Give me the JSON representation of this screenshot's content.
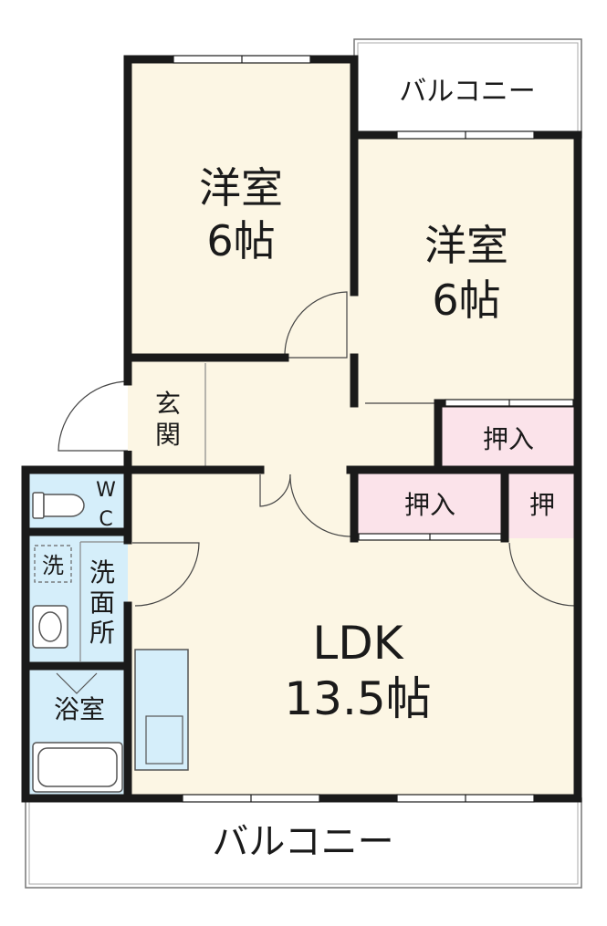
{
  "rooms": {
    "western_room_1": {
      "name": "洋室",
      "size": "6帖"
    },
    "western_room_2": {
      "name": "洋室",
      "size": "6帖"
    },
    "entrance": {
      "char1": "玄",
      "char2": "関"
    },
    "closet_upper": "押入",
    "closet_lower": "押入",
    "closet_small": "押",
    "wc": {
      "char1": "W",
      "char2": "C"
    },
    "washer": "洗",
    "washroom": {
      "char1": "洗",
      "char2": "面",
      "char3": "所"
    },
    "bathroom": "浴室",
    "ldk": {
      "name": "LDK",
      "size": "13.5帖"
    }
  },
  "balconies": {
    "top": "バルコニー",
    "bottom": "バルコニー"
  },
  "colors": {
    "room_fill": "#fcf6e4",
    "closet_fill": "#fbe3ea",
    "wet_fill": "#d5eefa",
    "wall": "#1a1a1a",
    "fixture": "#555555"
  }
}
